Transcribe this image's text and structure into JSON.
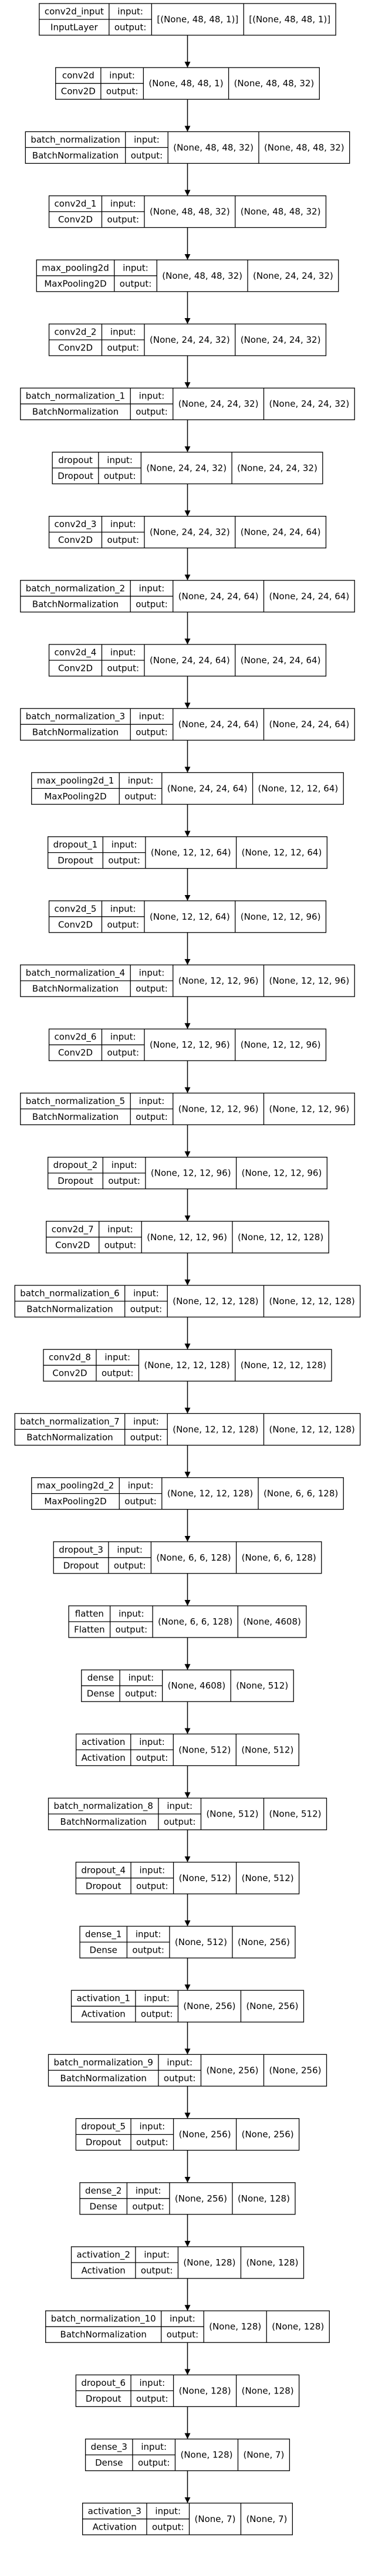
{
  "labels": {
    "input": "input:",
    "output": "output:"
  },
  "layers": [
    {
      "name": "conv2d_input",
      "type": "InputLayer",
      "input": "[(None, 48, 48, 1)]",
      "output": "[(None, 48, 48, 1)]"
    },
    {
      "name": "conv2d",
      "type": "Conv2D",
      "input": "(None, 48, 48, 1)",
      "output": "(None, 48, 48, 32)"
    },
    {
      "name": "batch_normalization",
      "type": "BatchNormalization",
      "input": "(None, 48, 48, 32)",
      "output": "(None, 48, 48, 32)"
    },
    {
      "name": "conv2d_1",
      "type": "Conv2D",
      "input": "(None, 48, 48, 32)",
      "output": "(None, 48, 48, 32)"
    },
    {
      "name": "max_pooling2d",
      "type": "MaxPooling2D",
      "input": "(None, 48, 48, 32)",
      "output": "(None, 24, 24, 32)"
    },
    {
      "name": "conv2d_2",
      "type": "Conv2D",
      "input": "(None, 24, 24, 32)",
      "output": "(None, 24, 24, 32)"
    },
    {
      "name": "batch_normalization_1",
      "type": "BatchNormalization",
      "input": "(None, 24, 24, 32)",
      "output": "(None, 24, 24, 32)"
    },
    {
      "name": "dropout",
      "type": "Dropout",
      "input": "(None, 24, 24, 32)",
      "output": "(None, 24, 24, 32)"
    },
    {
      "name": "conv2d_3",
      "type": "Conv2D",
      "input": "(None, 24, 24, 32)",
      "output": "(None, 24, 24, 64)"
    },
    {
      "name": "batch_normalization_2",
      "type": "BatchNormalization",
      "input": "(None, 24, 24, 64)",
      "output": "(None, 24, 24, 64)"
    },
    {
      "name": "conv2d_4",
      "type": "Conv2D",
      "input": "(None, 24, 24, 64)",
      "output": "(None, 24, 24, 64)"
    },
    {
      "name": "batch_normalization_3",
      "type": "BatchNormalization",
      "input": "(None, 24, 24, 64)",
      "output": "(None, 24, 24, 64)"
    },
    {
      "name": "max_pooling2d_1",
      "type": "MaxPooling2D",
      "input": "(None, 24, 24, 64)",
      "output": "(None, 12, 12, 64)"
    },
    {
      "name": "dropout_1",
      "type": "Dropout",
      "input": "(None, 12, 12, 64)",
      "output": "(None, 12, 12, 64)"
    },
    {
      "name": "conv2d_5",
      "type": "Conv2D",
      "input": "(None, 12, 12, 64)",
      "output": "(None, 12, 12, 96)"
    },
    {
      "name": "batch_normalization_4",
      "type": "BatchNormalization",
      "input": "(None, 12, 12, 96)",
      "output": "(None, 12, 12, 96)"
    },
    {
      "name": "conv2d_6",
      "type": "Conv2D",
      "input": "(None, 12, 12, 96)",
      "output": "(None, 12, 12, 96)"
    },
    {
      "name": "batch_normalization_5",
      "type": "BatchNormalization",
      "input": "(None, 12, 12, 96)",
      "output": "(None, 12, 12, 96)"
    },
    {
      "name": "dropout_2",
      "type": "Dropout",
      "input": "(None, 12, 12, 96)",
      "output": "(None, 12, 12, 96)"
    },
    {
      "name": "conv2d_7",
      "type": "Conv2D",
      "input": "(None, 12, 12, 96)",
      "output": "(None, 12, 12, 128)"
    },
    {
      "name": "batch_normalization_6",
      "type": "BatchNormalization",
      "input": "(None, 12, 12, 128)",
      "output": "(None, 12, 12, 128)"
    },
    {
      "name": "conv2d_8",
      "type": "Conv2D",
      "input": "(None, 12, 12, 128)",
      "output": "(None, 12, 12, 128)"
    },
    {
      "name": "batch_normalization_7",
      "type": "BatchNormalization",
      "input": "(None, 12, 12, 128)",
      "output": "(None, 12, 12, 128)"
    },
    {
      "name": "max_pooling2d_2",
      "type": "MaxPooling2D",
      "input": "(None, 12, 12, 128)",
      "output": "(None, 6, 6, 128)"
    },
    {
      "name": "dropout_3",
      "type": "Dropout",
      "input": "(None, 6, 6, 128)",
      "output": "(None, 6, 6, 128)"
    },
    {
      "name": "flatten",
      "type": "Flatten",
      "input": "(None, 6, 6, 128)",
      "output": "(None, 4608)"
    },
    {
      "name": "dense",
      "type": "Dense",
      "input": "(None, 4608)",
      "output": "(None, 512)"
    },
    {
      "name": "activation",
      "type": "Activation",
      "input": "(None, 512)",
      "output": "(None, 512)"
    },
    {
      "name": "batch_normalization_8",
      "type": "BatchNormalization",
      "input": "(None, 512)",
      "output": "(None, 512)"
    },
    {
      "name": "dropout_4",
      "type": "Dropout",
      "input": "(None, 512)",
      "output": "(None, 512)"
    },
    {
      "name": "dense_1",
      "type": "Dense",
      "input": "(None, 512)",
      "output": "(None, 256)"
    },
    {
      "name": "activation_1",
      "type": "Activation",
      "input": "(None, 256)",
      "output": "(None, 256)"
    },
    {
      "name": "batch_normalization_9",
      "type": "BatchNormalization",
      "input": "(None, 256)",
      "output": "(None, 256)"
    },
    {
      "name": "dropout_5",
      "type": "Dropout",
      "input": "(None, 256)",
      "output": "(None, 256)"
    },
    {
      "name": "dense_2",
      "type": "Dense",
      "input": "(None, 256)",
      "output": "(None, 128)"
    },
    {
      "name": "activation_2",
      "type": "Activation",
      "input": "(None, 128)",
      "output": "(None, 128)"
    },
    {
      "name": "batch_normalization_10",
      "type": "BatchNormalization",
      "input": "(None, 128)",
      "output": "(None, 128)"
    },
    {
      "name": "dropout_6",
      "type": "Dropout",
      "input": "(None, 128)",
      "output": "(None, 128)"
    },
    {
      "name": "dense_3",
      "type": "Dense",
      "input": "(None, 128)",
      "output": "(None, 7)"
    },
    {
      "name": "activation_3",
      "type": "Activation",
      "input": "(None, 7)",
      "output": "(None, 7)"
    }
  ]
}
